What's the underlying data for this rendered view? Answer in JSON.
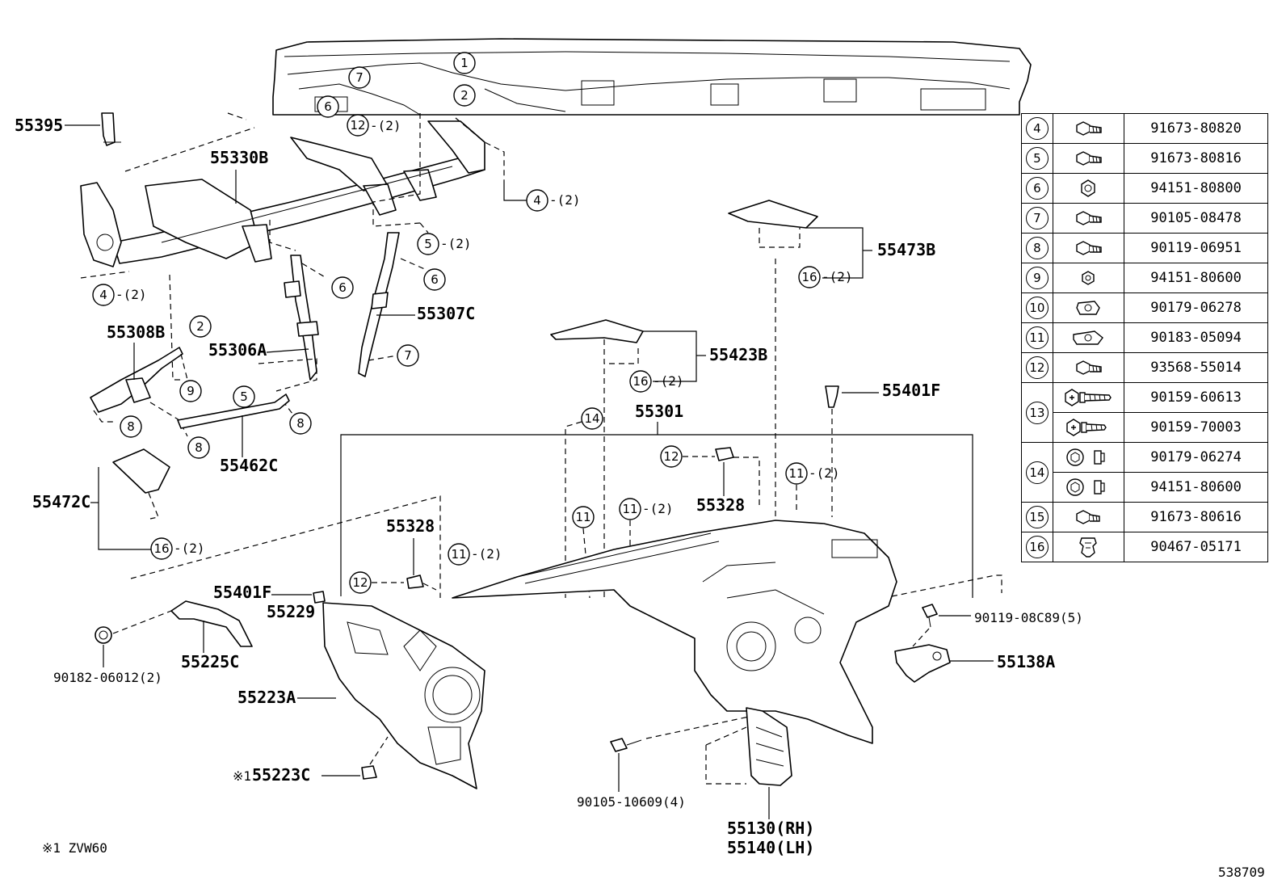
{
  "callouts": {
    "p55395": "55395",
    "p55330B": "55330B",
    "p55308B": "55308B",
    "p55306A": "55306A",
    "p55307C": "55307C",
    "p55462C": "55462C",
    "p55472C": "55472C",
    "p55473B": "55473B",
    "p55423B": "55423B",
    "p55401F_a": "55401F",
    "p55401F_b": "55401F",
    "p55301": "55301",
    "p55328_a": "55328",
    "p55328_b": "55328",
    "p55229": "55229",
    "p55225C": "55225C",
    "p90182": "90182-06012(2)",
    "p55223A": "55223A",
    "p55223C_mark": "※1",
    "p55223C": "55223C",
    "p90119": "90119-08C89(5)",
    "p55138A": "55138A",
    "p90105": "90105-10609(4)",
    "p55130": "55130(RH)",
    "p55140": "55140(LH)"
  },
  "qty": {
    "q2": "-(2)"
  },
  "refs": {
    "n1": "1",
    "n2": "2",
    "n4": "4",
    "n5": "5",
    "n6": "6",
    "n7": "7",
    "n8": "8",
    "n9": "9",
    "n11": "11",
    "n12": "12",
    "n14": "14",
    "n16": "16"
  },
  "legend": {
    "rows": [
      {
        "no": "4",
        "icon": "bolt-icon",
        "pn": "91673-80820"
      },
      {
        "no": "5",
        "icon": "bolt-icon",
        "pn": "91673-80816"
      },
      {
        "no": "6",
        "icon": "nut-icon",
        "pn": "94151-80800"
      },
      {
        "no": "7",
        "icon": "bolt-icon",
        "pn": "90105-08478"
      },
      {
        "no": "8",
        "icon": "bolt-icon",
        "pn": "90119-06951"
      },
      {
        "no": "9",
        "icon": "nut-icon",
        "pn": "94151-80600"
      },
      {
        "no": "10",
        "icon": "clip-nut-icon",
        "pn": "90179-06278"
      },
      {
        "no": "11",
        "icon": "clip-nut-icon",
        "pn": "90183-05094"
      },
      {
        "no": "12",
        "icon": "bolt-icon",
        "pn": "93568-55014"
      },
      {
        "no": "13",
        "icon": "flange-bolt-icon",
        "pn": "90159-60613"
      },
      {
        "no": "",
        "icon": "flange-bolt-icon",
        "pn": "90159-70003"
      },
      {
        "no": "14",
        "icon": "washer-nut-icon",
        "pn": "90179-06274"
      },
      {
        "no": "",
        "icon": "washer-nut-icon",
        "pn": "94151-80600"
      },
      {
        "no": "15",
        "icon": "bolt-icon",
        "pn": "91673-80616"
      },
      {
        "no": "16",
        "icon": "clip-icon",
        "pn": "90467-05171"
      }
    ]
  },
  "footnote": "※1 ZVW60",
  "diagram_number": "538709"
}
